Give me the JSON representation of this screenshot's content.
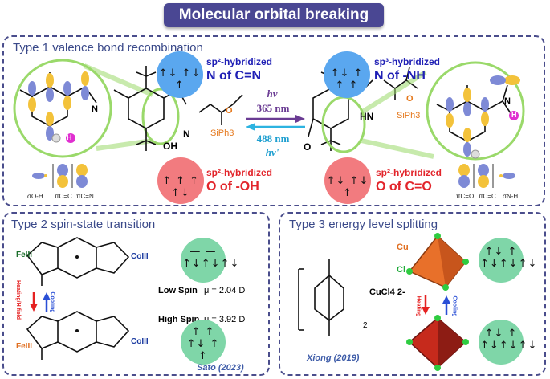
{
  "banner": "Molecular orbital breaking",
  "type1": {
    "title": "Type 1 valence bond recombination",
    "n_cn": {
      "hyb": "sp²-hybridized",
      "name": "N of C=N"
    },
    "n_nh": {
      "hyb": "sp³-hybridized",
      "name": "N of -NH"
    },
    "o_oh": {
      "hyb": "sp²-hybridized",
      "name": "O of -OH"
    },
    "o_co": {
      "hyb": "sp²-hybridized",
      "name": "O of C=O"
    },
    "forward": {
      "hv": "hv",
      "nm": "365 nm"
    },
    "backward": {
      "nm": "488 nm",
      "hv": "hv'"
    },
    "left_labels": [
      "σO-H",
      "πC=C",
      "πC=N"
    ],
    "right_labels": [
      "πC=O",
      "πC=C",
      "σN-H"
    ],
    "atoms": {
      "oh": "OH",
      "n": "N",
      "o": "O",
      "hn": "HN",
      "si1": "SiPh3",
      "si2": "SiPh3",
      "o_si1": "O",
      "o_si2": "O",
      "h_big": "H",
      "h_big2": "H",
      "n_big": "N",
      "n_big2": "N"
    }
  },
  "type2": {
    "title": "Type 2 spin-state transition",
    "low": {
      "label": "Low Spin",
      "mu": "μ = 2.04 D"
    },
    "high": {
      "label": "High Spin",
      "mu": "μ = 3.92 D"
    },
    "heating": "Heating/H field",
    "cooling": "Cooling",
    "fe": "FeIII",
    "co": "CoIII",
    "cite": "Sato (2023)"
  },
  "type3": {
    "title": "Type 3 energy level splitting",
    "anion": "CuCl4 2-",
    "sub": "2",
    "cu": "Cu",
    "cl": "Cl",
    "heating": "Heating",
    "cooling": "Cooling",
    "cite": "Xiong (2019)"
  },
  "colors": {
    "navy": "#4a4793",
    "blue": "#5aa7ef",
    "red": "#f27b7f",
    "green": "#7fd6a8"
  }
}
